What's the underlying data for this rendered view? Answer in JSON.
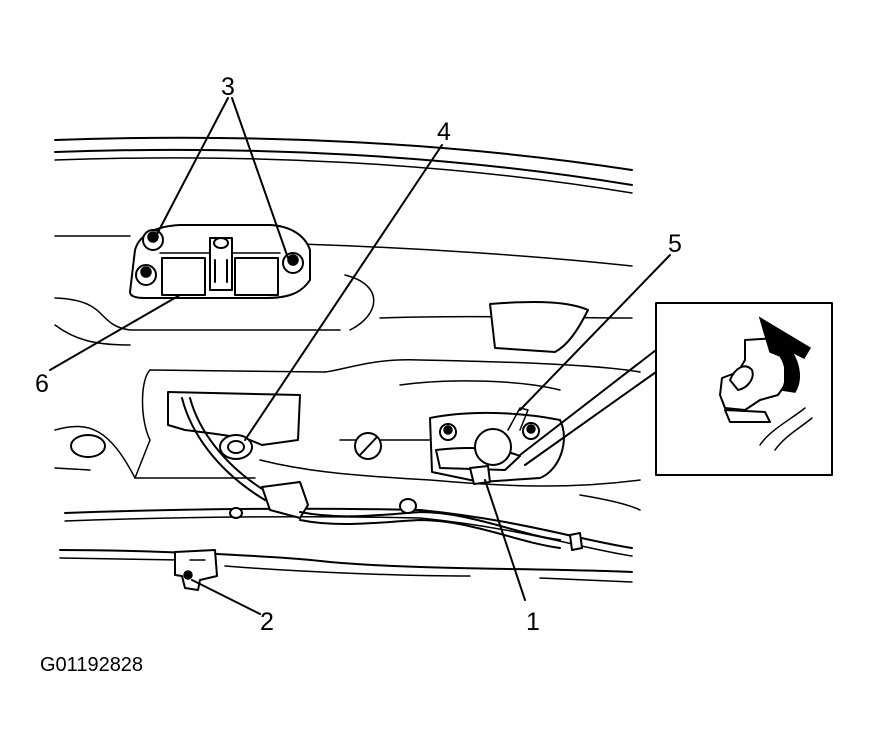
{
  "callouts": {
    "c1": "1",
    "c2": "2",
    "c3": "3",
    "c4": "4",
    "c5": "5",
    "c6": "6"
  },
  "figure_id": "G01192828"
}
